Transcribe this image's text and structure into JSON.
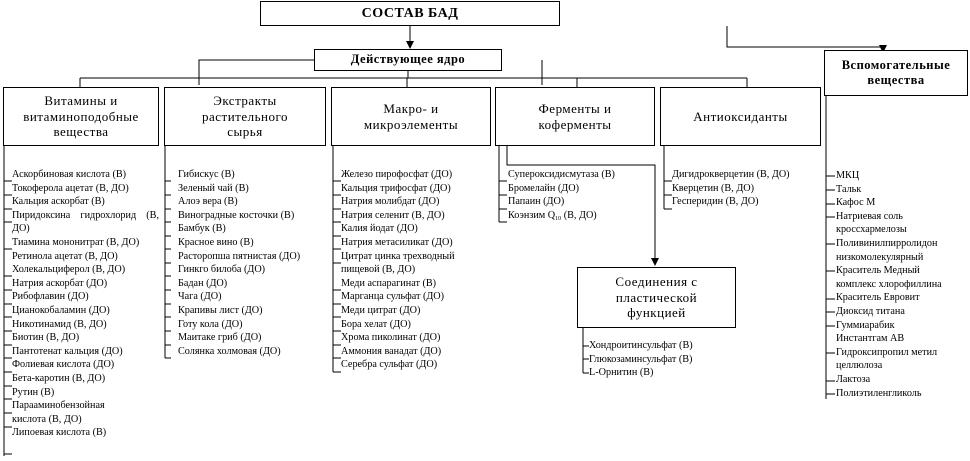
{
  "root": {
    "title": "СОСТАВ БАД"
  },
  "active": {
    "title": "Действующее ядро"
  },
  "auxiliary": {
    "title": "Вспомогательные вещества",
    "items": [
      "МКЦ",
      "Тальк",
      "Кафос М",
      "Натриевая соль",
      "кроссхармелозы",
      "Поливинилпирролидон",
      "низкомолекулярный",
      "Краситель Медный",
      "комплекс хлорофиллина",
      "Краситель Евровит",
      "Диоксид титана",
      "Гуммиарабик",
      "Инстантгам АВ",
      "Гидроксипропил метил",
      "целлюлоза",
      "Лактоза",
      "Полиэтиленгликоль"
    ]
  },
  "vitamins": {
    "title": "Витамины и витаминоподобные вещества",
    "items": [
      "Аскорбиновая кислота (В)",
      "Токоферола ацетат (В, ДО)",
      "Кальция аскорбат (В)",
      "Пиридоксина гидрохлорид (В, ДО)",
      "Тиамина мононитрат (В, ДО)",
      "Ретинола ацетат (В, ДО)",
      "Холекальциферол (В, ДО)",
      "Натрия аскорбат (ДО)",
      "Рибофлавин (ДО)",
      "Цианокобаламин (ДО)",
      "Никотинамид (В, ДО)",
      "Биотин (В, ДО)",
      "Пантотенат кальция (ДО)",
      "Фолиевая кислота (ДО)",
      "Бета-каротин (В, ДО)",
      "Рутин (В)",
      "Парааминобензойная кислота (В, ДО)",
      "Липоевая кислота (В)"
    ]
  },
  "extracts": {
    "title": "Экстракты растительного сырья",
    "items": [
      "Гибискус (В)",
      "Зеленый чай (В)",
      "Алоэ вера (В)",
      "Виноградные косточки (В)",
      "Бамбук (В)",
      "Красное вино (В)",
      "Расторопша пятнистая (ДО)",
      "Гинкго билоба (ДО)",
      "Бадан (ДО)",
      "Чага (ДО)",
      "Крапивы лист (ДО)",
      "Готу кола (ДО)",
      "Маитаке гриб (ДО)",
      "Солянка холмовая (ДО)"
    ]
  },
  "macro": {
    "title": "Макро- и микроэлементы",
    "items": [
      "Железо пирофосфат (ДО)",
      "Кальция трифосфат (ДО)",
      "Натрия молибдат (ДО)",
      "Натрия селенит (В, ДО)",
      "Калия йодат (ДО)",
      "Натрия метасиликат (ДО)",
      "Цитрат цинка трехводный пищевой (В, ДО)",
      "Меди аспарагинат (В)",
      "Марганца сульфат (ДО)",
      "Меди цитрат (ДО)",
      "Бора хелат (ДО)",
      "Хрома пиколинат (ДО)",
      "Аммония ванадат (ДО)",
      "Серебра сульфат (ДО)"
    ]
  },
  "enzymes": {
    "title": "Ферменты и коферменты",
    "items": [
      "Супероксидисмутаза (В)",
      "Бромелайн (ДО)",
      "Папаин (ДО)"
    ],
    "coenzyme": {
      "name": "Коэнзим Q",
      "sub": "10",
      "suffix": " (В, ДО)"
    }
  },
  "antioxidants": {
    "title": "Антиоксиданты",
    "items": [
      "Дигидрокверцетин (В, ДО)",
      "Кверцетин (В, ДО)",
      "Гесперидин (В, ДО)"
    ]
  },
  "plastic": {
    "title": "Соединения с пластической функцией",
    "items": [
      "Хондроитинсульфат (В)",
      "Глюкозаминсульфат (В)",
      "L-Орнитин (В)"
    ]
  }
}
